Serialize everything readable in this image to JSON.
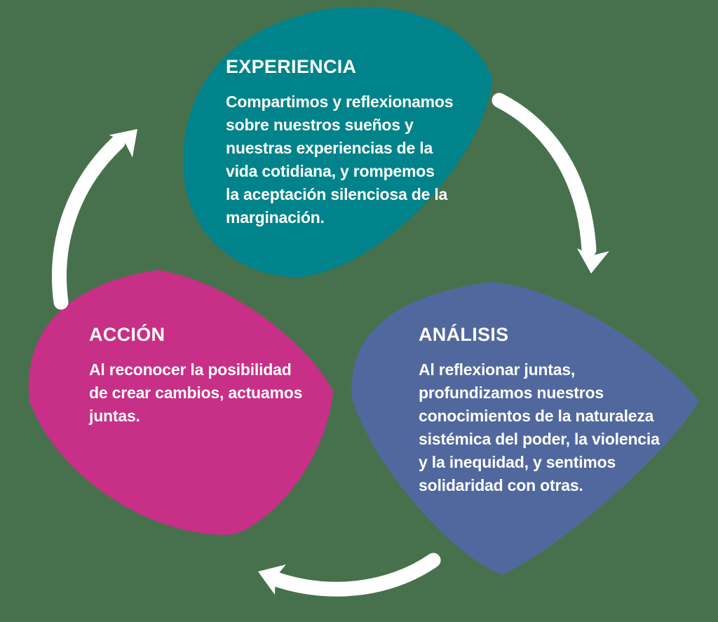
{
  "background_color": "#47714D",
  "arrow_color": "#FFFFFF",
  "text_color": "#FFFFFF",
  "nodes": [
    {
      "id": "experiencia",
      "title": "EXPERIENCIA",
      "body": "Compartimos y reflexionamos\nsobre nuestros sueños y\nnuestras experiencias de la\nvida cotidiana, y rompemos\nla aceptación silenciosa de la\nmarginación.",
      "color": "#00838A"
    },
    {
      "id": "analisis",
      "title": "ANÁLISIS",
      "body": "Al reflexionar juntas,\nprofundizamos nuestros\nconocimientos de la naturaleza\nsistémica del poder, la violencia\ny la inequidad, y sentimos\nsolidaridad con otras.",
      "color": "#51689E"
    },
    {
      "id": "accion",
      "title": "ACCIÓN",
      "body": "Al reconocer la posibilidad\nde crear cambios, actuamos\njuntas.",
      "color": "#C82F86"
    }
  ]
}
